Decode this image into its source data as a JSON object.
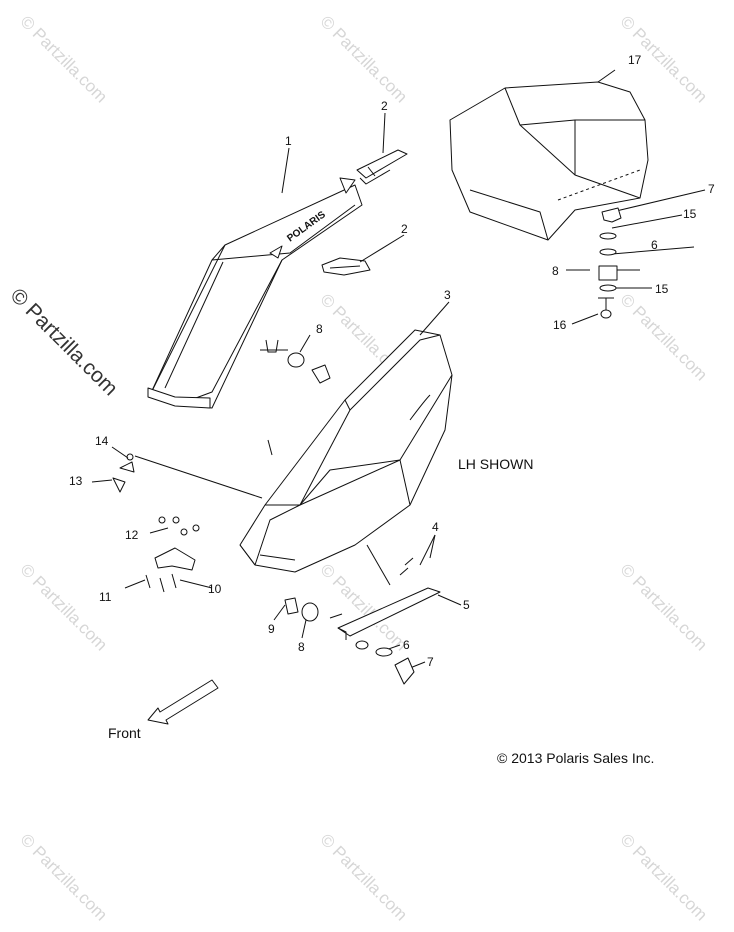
{
  "watermark_text": "© Partzilla.com",
  "side_watermark_text": "© Partzilla.com",
  "view_note": "LH SHOWN",
  "front_label": "Front",
  "copyright": "© 2013 Polaris Sales Inc.",
  "seat_logo_text": "POLARIS",
  "callouts": {
    "c1": "1",
    "c2a": "2",
    "c2b": "2",
    "c3": "3",
    "c4": "4",
    "c5": "5",
    "c6a": "6",
    "c6b": "6",
    "c7a": "7",
    "c7b": "7",
    "c8a": "8",
    "c8b": "8",
    "c8c": "8",
    "c9": "9",
    "c10": "10",
    "c11": "11",
    "c12": "12",
    "c13": "13",
    "c14": "14",
    "c15a": "15",
    "c15b": "15",
    "c16": "16",
    "c17": "17"
  }
}
